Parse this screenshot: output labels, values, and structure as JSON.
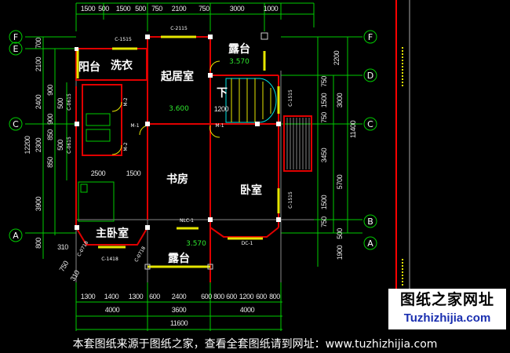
{
  "top_dims": [
    "1500",
    "500",
    "1500",
    "500",
    "750",
    "2100",
    "750",
    "3000",
    "1000"
  ],
  "bottom_dims": [
    "1300",
    "1400",
    "1300",
    "600",
    "2400",
    "600",
    "800",
    "600",
    "1200",
    "600",
    "800"
  ],
  "bottom_totals": [
    "4000",
    "3600",
    "4000"
  ],
  "bottom_overall": "11600",
  "left_dims": [
    "700",
    "2100",
    "2400",
    "2300",
    "3900",
    "800",
    "12200"
  ],
  "left_inner_dims": [
    "900",
    "500",
    "900",
    "850",
    "500",
    "850"
  ],
  "left_bottom_dims": [
    "310",
    "750",
    "310"
  ],
  "right_dims": [
    "2200",
    "750",
    "1500",
    "750",
    "3450",
    "1500",
    "750",
    "500",
    "1900"
  ],
  "right_totals": [
    "3000",
    "5700",
    "11400"
  ],
  "interior_dims": [
    "2500",
    "1500",
    "1200"
  ],
  "axes": {
    "left": [
      "F",
      "E",
      "C",
      "A"
    ],
    "right": [
      "F",
      "D",
      "C",
      "B",
      "A"
    ]
  },
  "rooms": {
    "balcony": "阳台",
    "laundry": "洗衣",
    "living": "起居室",
    "terrace_top": "露台",
    "down": "下",
    "study": "书房",
    "bedroom": "卧室",
    "master": "主卧室",
    "terrace_bottom": "露台"
  },
  "elevations": [
    "3.570",
    "3.600",
    "3.570"
  ],
  "openings": [
    "C-2115",
    "C-1515",
    "C-1515",
    "C-1515",
    "C-0615",
    "C-0615",
    "M-1",
    "M-1",
    "M-2",
    "M-2",
    "NLC-1",
    "DC-1",
    "C-1418",
    "C-0718",
    "C-0718"
  ],
  "watermark": {
    "title": "图纸之家网址",
    "url": "Tuzhizhijia.com"
  },
  "footer": "本套图纸来源于图纸之家，查看全套图纸请到网址：www.tuzhizhijia.com",
  "colors": {
    "dim": "#00cc00",
    "wall": "#e00000",
    "window": "#e6e600",
    "stair": "#00e5e5"
  }
}
